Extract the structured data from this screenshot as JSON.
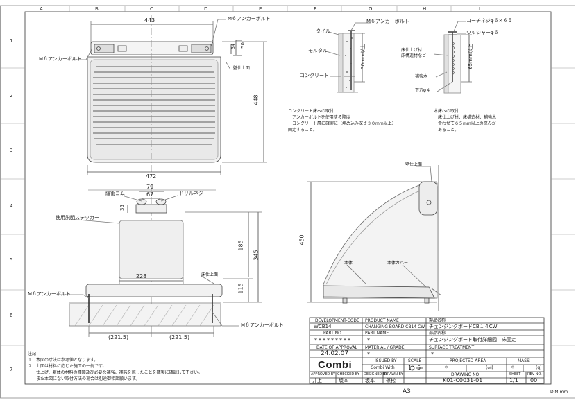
{
  "grid": {
    "cols": [
      "A",
      "B",
      "C",
      "D",
      "E",
      "F",
      "G",
      "H",
      "I"
    ],
    "rows": [
      "1",
      "2",
      "3",
      "4",
      "5",
      "6",
      "7"
    ]
  },
  "top_view": {
    "width": "443",
    "height_total": "448",
    "dim_50": "50",
    "dim_34": "34",
    "bottom_width": "472",
    "anchor_left": "M６アンカーボルト",
    "anchor_top": "M６アンカーボルト",
    "wall_face": "壁仕上面"
  },
  "detail_concrete": {
    "anchor": "M６アンカーボルト",
    "tile": "タイル",
    "mortar": "モルタル",
    "concrete": "コンクリート",
    "depth": "30mm以上",
    "note_lines": [
      "コンクリート床への取付",
      "　アンカーボルトを使用する際は",
      "　コンクリート層に確実に（埋め込み深さ３０mm以上）",
      "固定すること。"
    ]
  },
  "detail_wood": {
    "screw": "コーチネジφ６×６５",
    "washer": "ワッシャーφ６",
    "finish_line1": "床仕上げ材",
    "finish_line2": "床構造材など",
    "reinforce": "補強木",
    "pilot": "下穴φ４",
    "depth": "65mm以上",
    "note_lines": [
      "木床への取付",
      "　床仕上げ材、床構造材、補強木",
      "　合わせて６５mm以上の厚みが",
      "　あること。"
    ]
  },
  "front_view": {
    "dim_79": "79",
    "dim_67": "67",
    "bumper": "緩衝ゴム",
    "drill_screw": "ドリルネジ",
    "dim_35": "35",
    "sticker": "使用説明ステッカー",
    "dim_185": "185",
    "dim_345": "345",
    "dim_115": "115",
    "dim_228": "228",
    "floor_face": "床仕上面",
    "anchor_left": "M６アンカーボルト",
    "anchor_right": "M６アンカーボルト",
    "dim_221a": "(221.5)",
    "dim_221b": "(221.5)"
  },
  "side_view": {
    "wall_face": "壁仕上面",
    "dim_450": "450",
    "body": "本体",
    "body_cover": "本体カバー"
  },
  "notes": {
    "title": "注記",
    "lines": [
      "１．本図の寸法は参考値となります。",
      "２．上図は材料に応じた施工の一例です。",
      "　　仕上げ、躯体の材料の種類及び必要な補強、補強を施したことを確実に確認して下さい。",
      "　　また本図にない取付方法の場合は別途御相談願います。"
    ]
  },
  "title_block": {
    "dev_code_label": "DEVELOPMENT-CODE",
    "dev_code": "WCB14",
    "product_name_label": "PRODUCT NAME",
    "product_name": "CHANGING BOARD CB14 CW",
    "jp_product_label": "製品名称",
    "jp_product": "チェンジングボードCB１４CW",
    "part_no_label": "PART NO.",
    "part_no": "＊＊＊＊＊＊＊＊＊",
    "part_name_label": "PART NAME",
    "part_name": "＊",
    "jp_part_label": "部品名称",
    "jp_part": "チェンジングボード取付詳細図　床固定",
    "date_label": "DATE OF APPROVAL",
    "date": "24.02.07",
    "material_label": "MATERIAL / GRADE",
    "material": "＊",
    "surface_label": "SURFACE TREATMENT",
    "surface": "＊",
    "brand": "Combi",
    "issued_label": "ISSUED BY",
    "issued_by": "Combi With",
    "scale_label": "SCALE",
    "scale": "1：5",
    "proj_label": "PROJECTED AREA",
    "proj_value": "＊",
    "proj_unit": "(㎠)",
    "mass_label": "MASS",
    "mass_value": "＊",
    "mass_unit": "(g)",
    "approved_label": "APPROVED BY",
    "checked_label": "CHECKED BY",
    "designed_label": "DESIGNED BY",
    "drawn_label": "DRAWN BY",
    "approved": "井上",
    "checked": "坂本",
    "designed": "坂本",
    "drawn": "篠松",
    "drawing_no_label": "DRAWING NO",
    "drawing_no": "K01-C0031-01",
    "sheet_label": "SHEET",
    "sheet": "1/1",
    "rev_label": "REV NO.",
    "rev": "00"
  },
  "paper_size": "A3",
  "dim_unit": "DIM mm"
}
